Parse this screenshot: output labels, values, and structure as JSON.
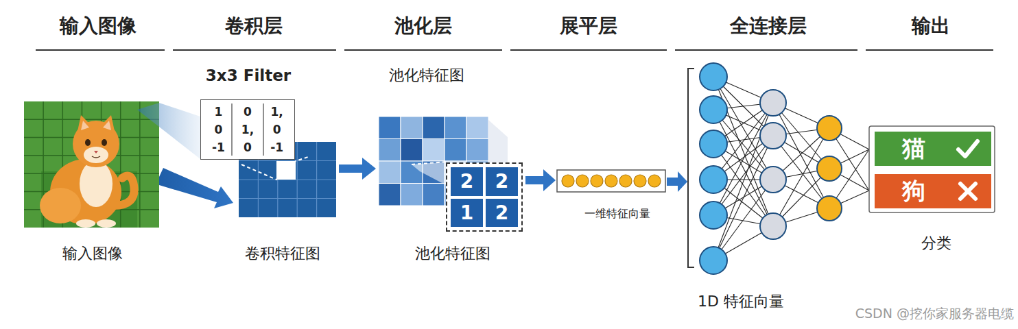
{
  "diagram": {
    "nodes": [
      {
        "text": [
          "1",
          "0",
          "1,",
          "0",
          "1,",
          "0",
          "-1",
          "0",
          "-1"
        ]
      },
      {
        "text": [
          "2",
          "2",
          "1",
          "2"
        ]
      },
      {
        "text": [
          "猫"
        ]
      },
      {
        "text": [
          "狗"
        ]
      }
    ],
    "labels": [
      "输入图像",
      "卷积层",
      "池化层",
      "展平层",
      "全连接层",
      "输出",
      "3x3 Filter",
      "池化特征图",
      "输入图像",
      "卷积特征图",
      "池化特征图",
      "一维特征向量",
      "1D 特征向量",
      "分类",
      "CSDN @挖你家服务器电缆"
    ]
  }
}
